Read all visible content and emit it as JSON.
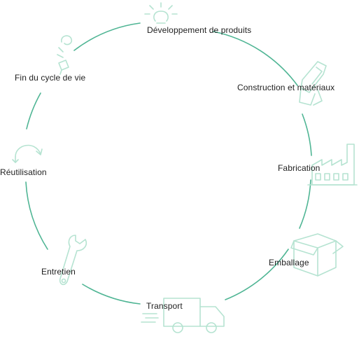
{
  "diagram": {
    "stages": [
      {
        "label": "Développement de produits",
        "icon": "lightbulb-icon"
      },
      {
        "label": "Construction et matériaux",
        "icon": "materials-icon"
      },
      {
        "label": "Fabrication",
        "icon": "factory-icon"
      },
      {
        "label": "Emballage",
        "icon": "box-icon"
      },
      {
        "label": "Transport",
        "icon": "truck-icon"
      },
      {
        "label": "Entretien",
        "icon": "wrench-icon"
      },
      {
        "label": "Réutilisation",
        "icon": "reuse-arrow-icon"
      },
      {
        "label": "Fin du cycle de vie",
        "icon": "broken-lightbulb-icon"
      }
    ],
    "colors": {
      "ring": "#4fb594",
      "icons": "#b5e3d1",
      "text": "#1e1e1e"
    }
  }
}
